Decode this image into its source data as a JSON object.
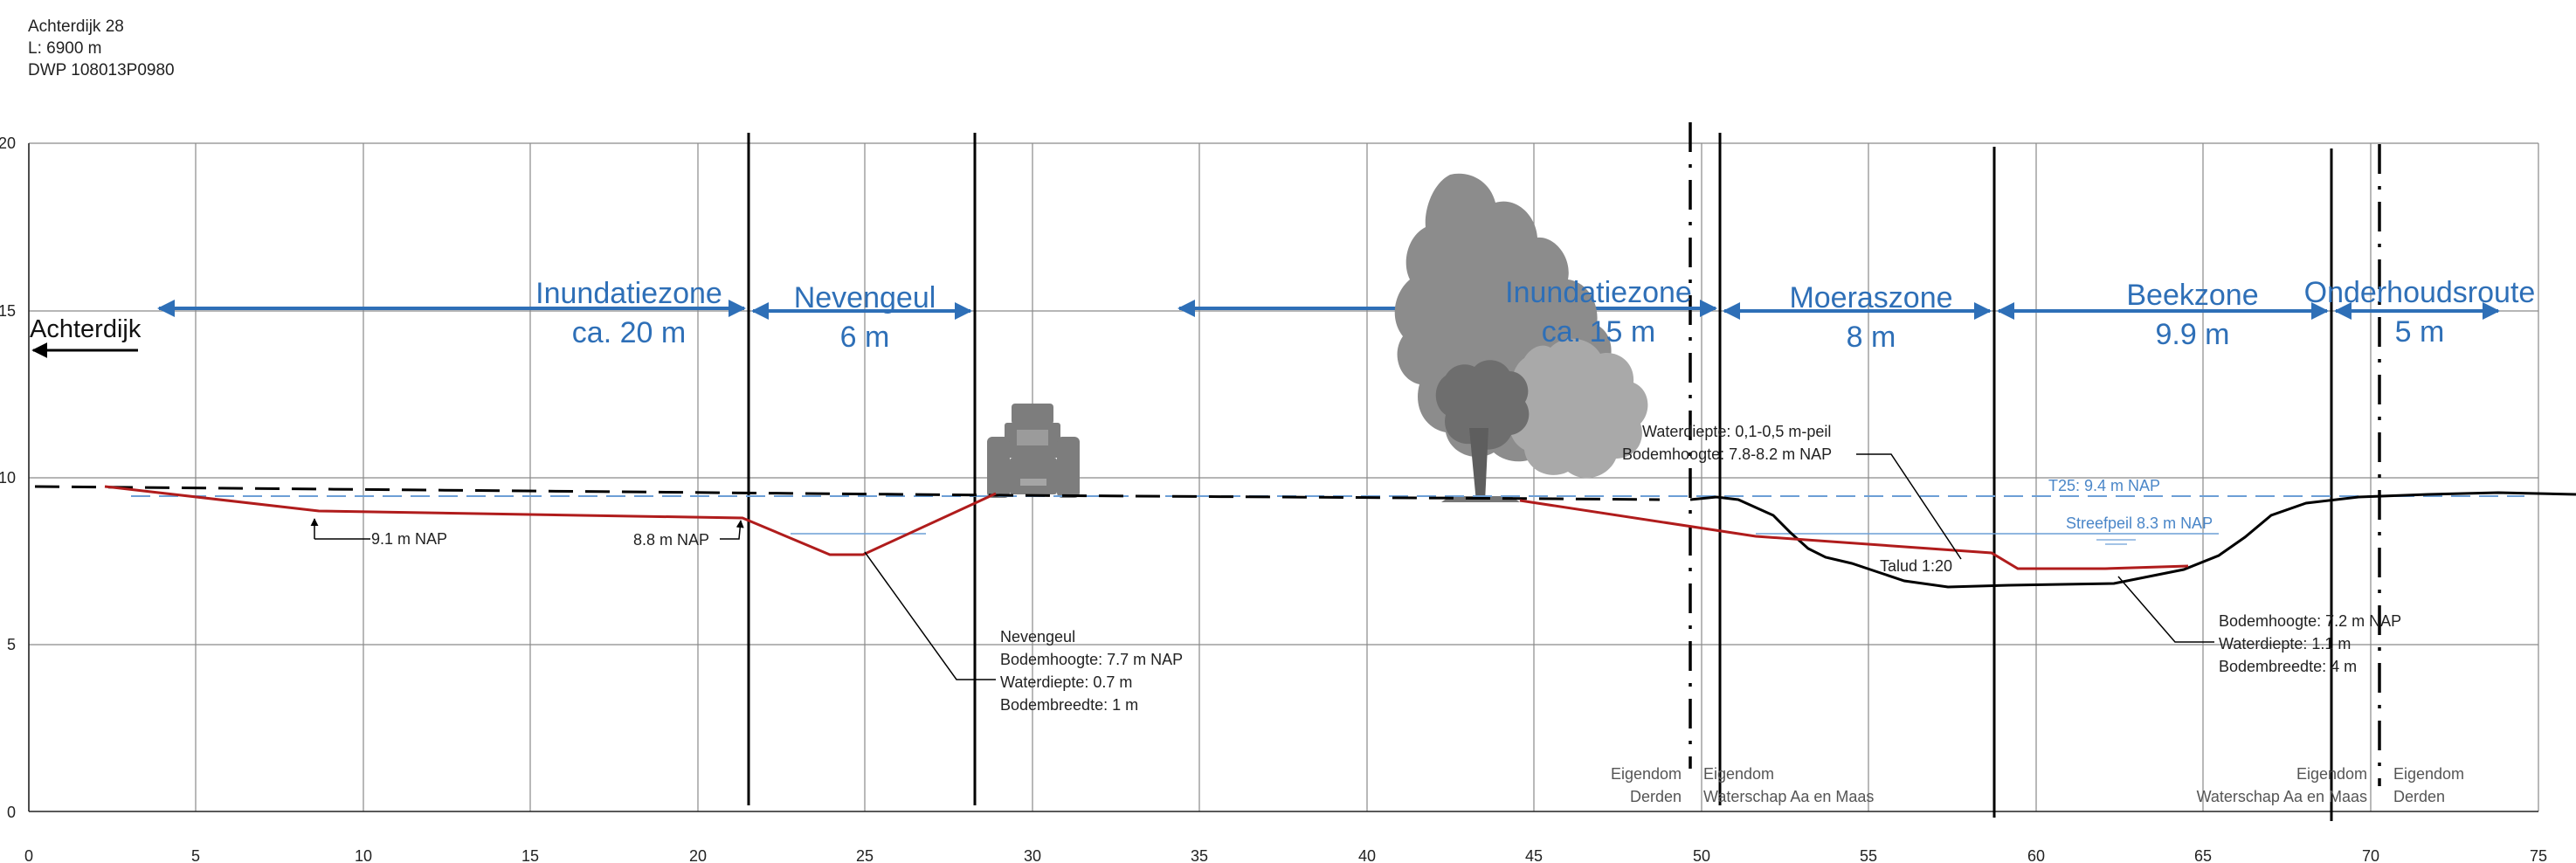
{
  "header": {
    "line1": "Achterdijk 28",
    "line2": "L: 6900 m",
    "line3": "DWP 108013P0980"
  },
  "axis": {
    "x_ticks": [
      "0",
      "5",
      "10",
      "15",
      "20",
      "25",
      "30",
      "35",
      "40",
      "45",
      "50",
      "55",
      "60",
      "65",
      "70",
      "75"
    ],
    "y_ticks": [
      "0",
      "5",
      "10",
      "15",
      "20"
    ]
  },
  "zones": [
    {
      "name": "Inundatiezone",
      "width": "ca. 20 m"
    },
    {
      "name": "Nevengeul",
      "width": "6 m"
    },
    {
      "name": "Inundatiezone",
      "width": "ca. 15 m"
    },
    {
      "name": "Moeraszone",
      "width": "8 m"
    },
    {
      "name": "Beekzone",
      "width": "9.9 m"
    },
    {
      "name": "Onderhoudsroute",
      "width": "5 m"
    }
  ],
  "labels": {
    "achterdijk": "Achterdijk",
    "nap_91": "9.1 m NAP",
    "nap_88": "8.8 m NAP",
    "t25": "T25: 9.4 m NAP",
    "streefpeil": "Streefpeil 8.3 m NAP",
    "talud": "Talud 1:20",
    "water_depth_top": "Waterdiepte: 0,1-0,5 m-peil",
    "bed_height_top": "Bodemhoogte:  7.8-8.2 m NAP"
  },
  "nevengeul_box": {
    "title": "Nevengeul",
    "bodemhoogte": "Bodemhoogte: 7.7 m NAP",
    "waterdiepte": "Waterdiepte: 0.7 m",
    "bodembreedte": "Bodembreedte: 1 m"
  },
  "beek_box": {
    "bodemhoogte": "Bodemhoogte: 7.2 m NAP",
    "waterdiepte": "Waterdiepte: 1.1 m",
    "bodembreedte": "Bodembreedte: 4 m"
  },
  "ownership": {
    "left_a1": "Eigendom",
    "left_a2": "Derden",
    "left_b1": "Eigendom",
    "left_b2": "Waterschap Aa en Maas",
    "right_a1": "Eigendom",
    "right_a2": "Waterschap Aa en Maas",
    "right_b1": "Eigendom",
    "right_b2": "Derden"
  },
  "colors": {
    "zone_blue": "#2e6fb7",
    "design_red": "#b01c1c",
    "water_blue": "#6c9fd6",
    "existing_black": "#000000",
    "grid_grey": "#8a8a8a"
  },
  "icons": [
    "tractor-icon",
    "tree-icon",
    "arrow-left-icon"
  ]
}
